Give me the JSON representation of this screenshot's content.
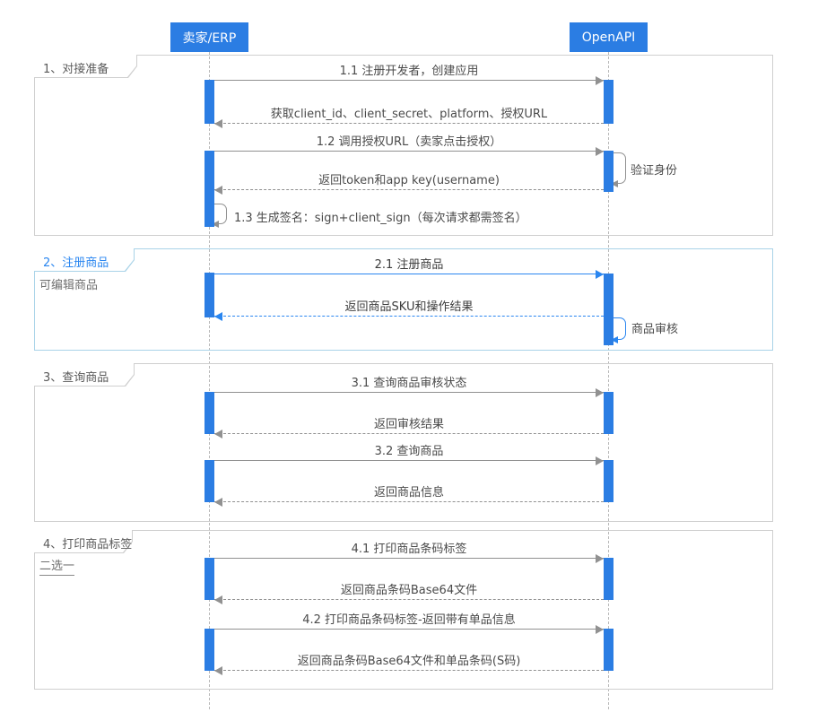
{
  "actors": [
    {
      "label": "卖家/ERP"
    },
    {
      "label": "OpenAPI"
    }
  ],
  "colors": {
    "primary": "#2b7de3",
    "accent": "#2a86f0",
    "arrow_gray": "#919191",
    "border_gray": "#cfcfcf",
    "border_blue": "#a9d3e8",
    "lifeline": "#b9b9b9",
    "text": "#4a4a4a"
  },
  "sections": [
    {
      "title": "1、对接准备",
      "subtitle": "",
      "messages": [
        "1.1 注册开发者，创建应用",
        "获取client_id、client_secret、platform、授权URL",
        "1.2 调用授权URL（卖家点击授权）",
        "验证身份",
        "返回token和app key(username)",
        "1.3 生成签名：sign+client_sign（每次请求都需签名）"
      ]
    },
    {
      "title": "2、注册商品",
      "subtitle": "可编辑商品",
      "messages": [
        "2.1 注册商品",
        "返回商品SKU和操作结果",
        "商品审核"
      ]
    },
    {
      "title": "3、查询商品",
      "subtitle": "",
      "messages": [
        "3.1 查询商品审核状态",
        "返回审核结果",
        "3.2 查询商品",
        "返回商品信息"
      ]
    },
    {
      "title": "4、打印商品标签",
      "subtitle": "二选一",
      "messages": [
        "4.1 打印商品条码标签",
        "返回商品条码Base64文件",
        "4.2 打印商品条码标签-返回带有单品信息",
        "返回商品条码Base64文件和单品条码(S码)"
      ]
    }
  ]
}
